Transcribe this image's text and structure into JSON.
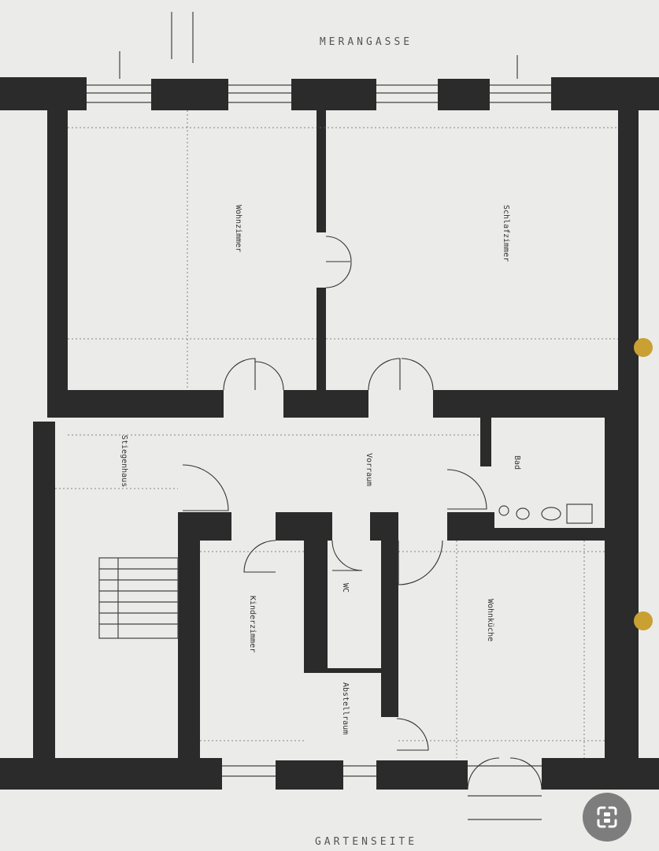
{
  "plan": {
    "street_top": "MERANGASSE",
    "street_bottom": "GARTENSEITE",
    "rooms": [
      {
        "name": "Wohnzimmer"
      },
      {
        "name": "Schlafzimmer"
      },
      {
        "name": "Vorraum"
      },
      {
        "name": "Bad"
      },
      {
        "name": "WC"
      },
      {
        "name": "Abstellraum"
      },
      {
        "name": "Kinderzimmer"
      },
      {
        "name": "Wohnküche"
      },
      {
        "name": "Stiegenhaus"
      }
    ]
  },
  "overlay": {
    "lens_icon": "visual-search-icon"
  },
  "colors": {
    "wall": "#2b2b2b",
    "paper": "#e9e9e7",
    "fixture": "#c9a032",
    "lens": "#7d7d7d"
  }
}
